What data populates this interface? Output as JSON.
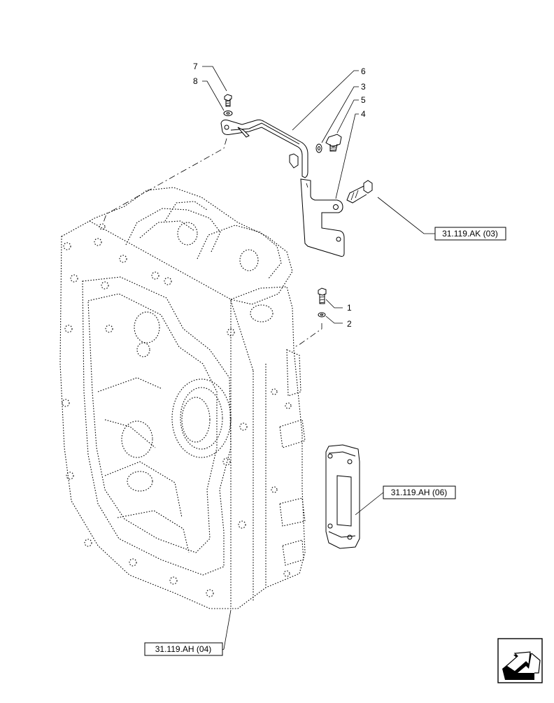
{
  "callouts": {
    "c1": "1",
    "c2": "2",
    "c3": "3",
    "c4": "4",
    "c5": "5",
    "c6": "6",
    "c7": "7",
    "c8": "8"
  },
  "references": {
    "ak03": "31.119.AK (03)",
    "ah06": "31.119.AH (06)",
    "ah04": "31.119.AH (04)"
  },
  "icons": {
    "nav": "navigation-arrow-icon"
  }
}
